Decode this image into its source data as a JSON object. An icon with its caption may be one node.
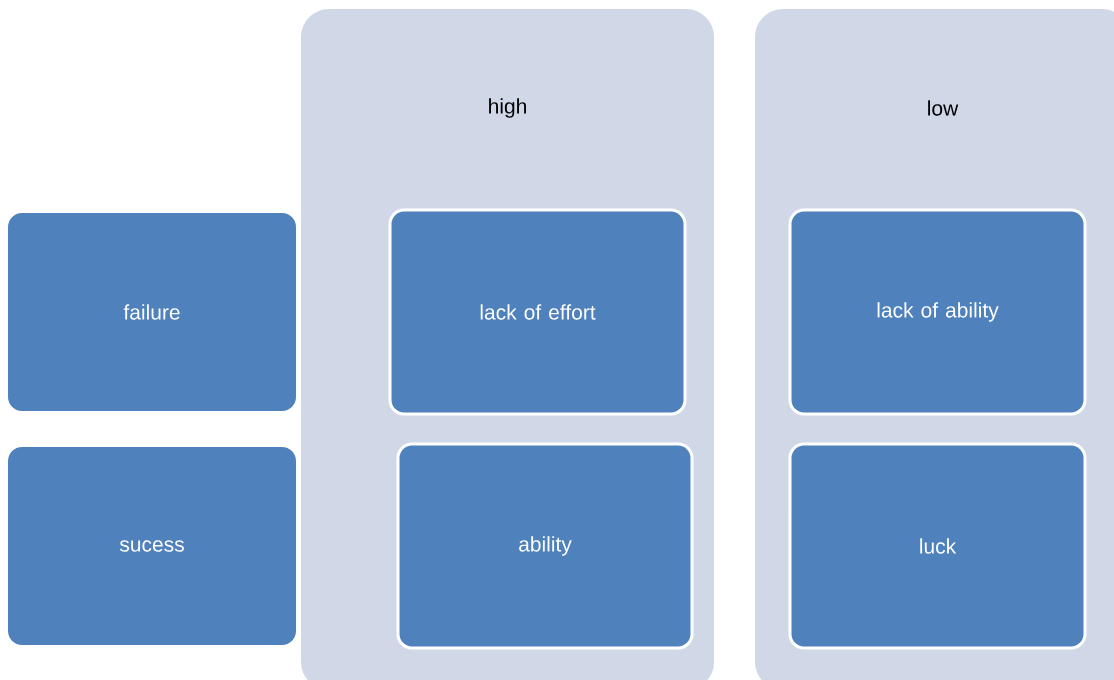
{
  "diagram": {
    "nodes": [
      {
        "text": [
          "failure"
        ]
      },
      {
        "text": [
          "sucess"
        ]
      },
      {
        "text": [
          "high"
        ]
      },
      {
        "text": [
          "lack of effort"
        ],
        "in": 2
      },
      {
        "text": [
          "ability"
        ],
        "in": 2
      },
      {
        "text": [
          "low"
        ]
      },
      {
        "text": [
          "lack of ability"
        ],
        "in": 5
      },
      {
        "text": [
          "luck"
        ],
        "in": 5
      }
    ]
  }
}
